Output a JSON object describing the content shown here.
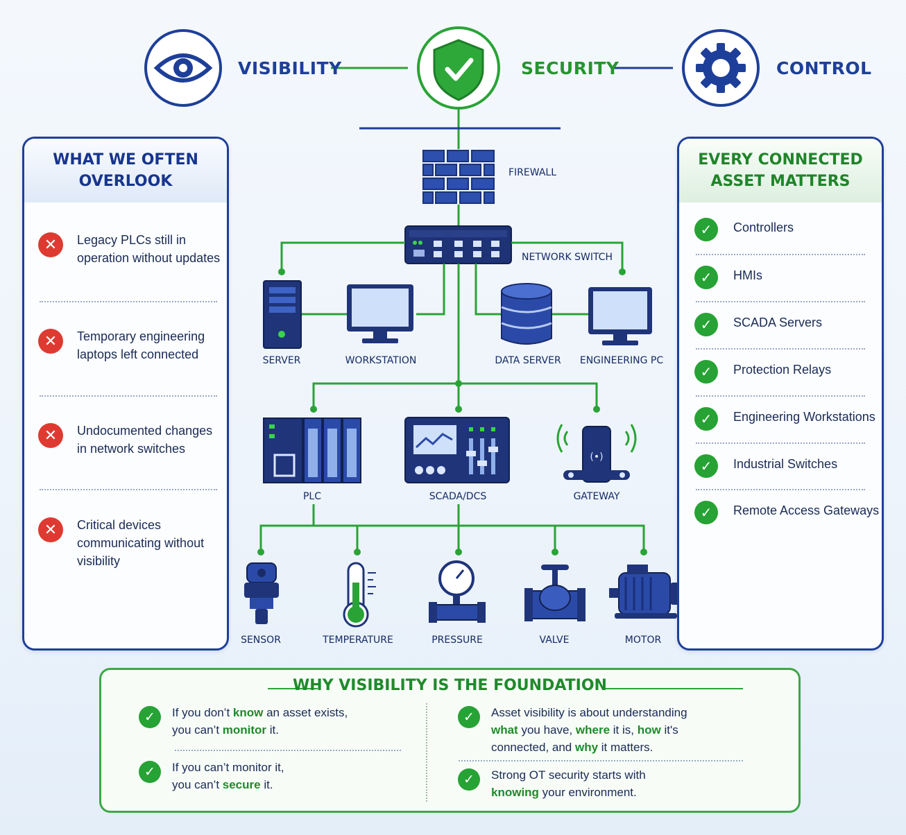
{
  "pillars": {
    "visibility": "VISIBILITY",
    "security": "SECURITY",
    "control": "CONTROL"
  },
  "left_panel": {
    "title_line1": "WHAT WE OFTEN",
    "title_line2": "OVERLOOK",
    "items": [
      {
        "line1": "Legacy PLCs still in",
        "line2": "operation without updates",
        "line3": ""
      },
      {
        "line1": "Temporary engineering",
        "line2": "laptops left connected",
        "line3": ""
      },
      {
        "line1": "Undocumented changes",
        "line2": "in network switches",
        "line3": ""
      },
      {
        "line1": "Critical devices",
        "line2": "communicating without",
        "line3": "visibility"
      }
    ]
  },
  "right_panel": {
    "title_line1": "EVERY CONNECTED",
    "title_line2": "ASSET MATTERS",
    "items": [
      "Controllers",
      "HMIs",
      "SCADA Servers",
      "Protection Relays",
      "Engineering Workstations",
      "Industrial Switches",
      "Remote Access Gateways"
    ]
  },
  "network": {
    "firewall": "FIREWALL",
    "switch": "NETWORK SWITCH",
    "server": "SERVER",
    "workstation": "WORKSTATION",
    "data_server": "DATA SERVER",
    "engineering_pc": "ENGINEERING PC",
    "plc": "PLC",
    "scada": "SCADA/DCS",
    "gateway": "GATEWAY",
    "sensor": "SENSOR",
    "temperature": "TEMPERATURE",
    "pressure": "PRESSURE",
    "valve": "VALVE",
    "motor": "MOTOR"
  },
  "foundation": {
    "title": "WHY VISIBILITY IS THE FOUNDATION",
    "item1": {
      "a": "If you don’t ",
      "b": "know",
      "c": " an asset exists,",
      "d": "you can’t ",
      "e": "monitor",
      "f": " it."
    },
    "item2": {
      "a": "If you can’t monitor it,",
      "b": "you can’t ",
      "c": "secure",
      "d": " it."
    },
    "item3": {
      "a": "Asset visibility is about understanding",
      "b": "what",
      "c": " you have, ",
      "d": "where",
      "e": " it is, ",
      "f": "how",
      "g": " it's",
      "h": "connected, and ",
      "i": "why",
      "j": " it matters."
    },
    "item4": {
      "a": "Strong OT security starts with",
      "b": "knowing",
      "c": " your environment."
    }
  },
  "colors": {
    "navy": "#1e3f99",
    "green": "#2aa336",
    "red": "#de3a31"
  },
  "icons": [
    "eye-icon",
    "shield-check-icon",
    "gear-icon",
    "firewall-icon",
    "switch-icon",
    "server-icon",
    "monitor-icon",
    "database-icon",
    "plc-icon",
    "scada-icon",
    "gateway-icon",
    "sensor-icon",
    "thermometer-icon",
    "pressure-gauge-icon",
    "valve-icon",
    "motor-icon"
  ]
}
